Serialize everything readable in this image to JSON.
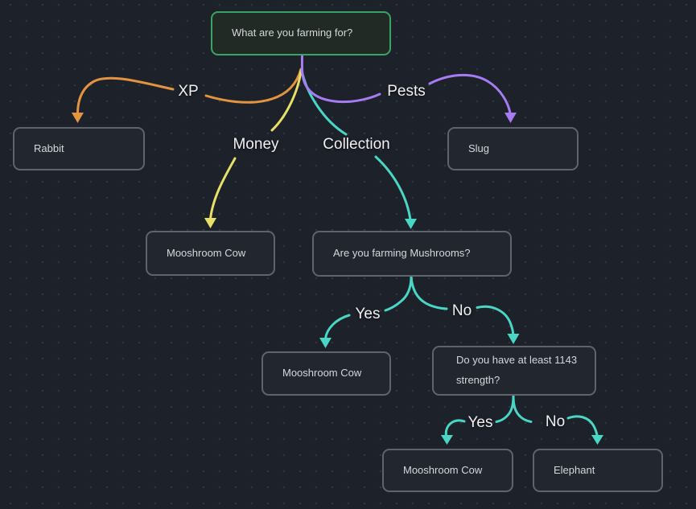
{
  "nodes": {
    "root": "What are you farming for?",
    "rabbit": "Rabbit",
    "slug": "Slug",
    "mooshroom_money": "Mooshroom Cow",
    "mushroom_question": "Are you farming Mushrooms?",
    "mooshroom_yes": "Mooshroom Cow",
    "strength_question": "Do you have at least 1143 strength?",
    "mooshroom_strong": "Mooshroom Cow",
    "elephant": "Elephant"
  },
  "edge_labels": {
    "xp": "XP",
    "money": "Money",
    "collection": "Collection",
    "pests": "Pests",
    "mushroom_yes": "Yes",
    "mushroom_no": "No",
    "strength_yes": "Yes",
    "strength_no": "No"
  },
  "colors": {
    "background": "#1d212a",
    "node_fill": "#22262e",
    "node_border": "#5f646c",
    "root_border": "#3aa562",
    "xp_edge": "#e39440",
    "money_edge": "#e6e066",
    "collection_edge": "#49d6c4",
    "pests_edge": "#a57cf2",
    "decision_edge": "#49d6c4"
  }
}
